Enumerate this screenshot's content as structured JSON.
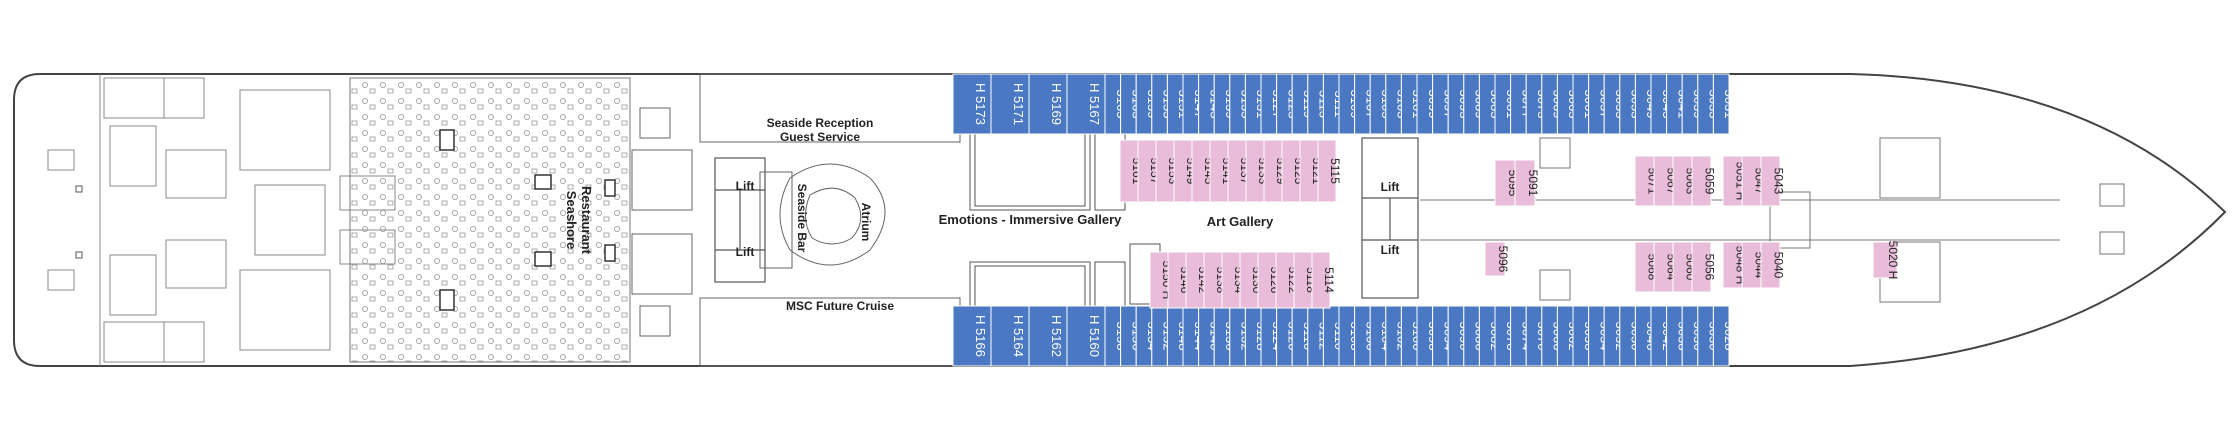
{
  "colors": {
    "cabin_blue": "#4a78c2",
    "cabin_pink": "#e9bdd9",
    "outline": "#444444",
    "furniture": "#9a9a9a"
  },
  "areas": {
    "seaside_reception": "Seaside Reception",
    "guest_service": "Guest Service",
    "seashore_restaurant_1": "Seashore",
    "seashore_restaurant_2": "Restaurant",
    "seaside_bar": "Seaside Bar",
    "atrium": "Atrium",
    "emotions_gallery": "Emotions - Immersive Gallery",
    "art_gallery": "Art Gallery",
    "msc_future_cruise": "MSC Future Cruise",
    "lift": "Lift"
  },
  "cabins": {
    "top_outer": [
      {
        "n": "5173",
        "m": "H"
      },
      {
        "n": "5171",
        "m": "H"
      },
      {
        "n": "5169",
        "m": "H"
      },
      {
        "n": "5167",
        "m": "H"
      },
      {
        "n": "5165",
        "m": ""
      },
      {
        "n": "5163",
        "m": ""
      },
      {
        "n": "5159",
        "m": ""
      },
      {
        "n": "5155",
        "m": ""
      },
      {
        "n": "5151",
        "m": ""
      },
      {
        "n": "5147",
        "m": ""
      },
      {
        "n": "5143",
        "m": ""
      },
      {
        "n": "5139",
        "m": ""
      },
      {
        "n": "5135",
        "m": ""
      },
      {
        "n": "5131",
        "m": ""
      },
      {
        "n": "5127",
        "m": ""
      },
      {
        "n": "5123",
        "m": ""
      },
      {
        "n": "5119",
        "m": ""
      },
      {
        "n": "5113",
        "m": ""
      },
      {
        "n": "5111",
        "m": ""
      },
      {
        "n": "5109",
        "m": ""
      },
      {
        "n": "5107",
        "m": ""
      },
      {
        "n": "5105",
        "m": ""
      },
      {
        "n": "5103",
        "m": ""
      },
      {
        "n": "5101",
        "m": ""
      },
      {
        "n": "5099",
        "m": ""
      },
      {
        "n": "5097",
        "m": ""
      },
      {
        "n": "5093",
        "m": ""
      },
      {
        "n": "5089",
        "m": ""
      },
      {
        "n": "5085",
        "m": ""
      },
      {
        "n": "5081",
        "m": ""
      },
      {
        "n": "5077",
        "m": ""
      },
      {
        "n": "5073",
        "m": ""
      },
      {
        "n": "5069",
        "m": ""
      },
      {
        "n": "5065",
        "m": ""
      },
      {
        "n": "5061",
        "m": ""
      },
      {
        "n": "5057",
        "m": ""
      },
      {
        "n": "5055",
        "m": ""
      },
      {
        "n": "5053",
        "m": ""
      },
      {
        "n": "5049",
        "m": ""
      },
      {
        "n": "5045",
        "m": ""
      },
      {
        "n": "5041",
        "m": ""
      },
      {
        "n": "5039",
        "m": ""
      },
      {
        "n": "5033",
        "m": ""
      },
      {
        "n": "5031",
        "m": ""
      }
    ],
    "bottom_outer": [
      {
        "n": "5166",
        "m": "H"
      },
      {
        "n": "5164",
        "m": "H"
      },
      {
        "n": "5162",
        "m": "H"
      },
      {
        "n": "5160",
        "m": "H"
      },
      {
        "n": "5158",
        "m": ""
      },
      {
        "n": "5156",
        "m": ""
      },
      {
        "n": "5154",
        "m": ""
      },
      {
        "n": "5152",
        "m": ""
      },
      {
        "n": "5148",
        "m": ""
      },
      {
        "n": "5144",
        "m": ""
      },
      {
        "n": "5140",
        "m": ""
      },
      {
        "n": "5136",
        "m": ""
      },
      {
        "n": "5132",
        "m": ""
      },
      {
        "n": "5128",
        "m": ""
      },
      {
        "n": "5124",
        "m": ""
      },
      {
        "n": "5120",
        "m": ""
      },
      {
        "n": "5116",
        "m": ""
      },
      {
        "n": "5112",
        "m": ""
      },
      {
        "n": "5110",
        "m": ""
      },
      {
        "n": "5108",
        "m": ""
      },
      {
        "n": "5106",
        "m": ""
      },
      {
        "n": "5104",
        "m": ""
      },
      {
        "n": "5102",
        "m": ""
      },
      {
        "n": "5100",
        "m": ""
      },
      {
        "n": "5098",
        "m": ""
      },
      {
        "n": "5094",
        "m": ""
      },
      {
        "n": "5090",
        "m": ""
      },
      {
        "n": "5086",
        "m": ""
      },
      {
        "n": "5082",
        "m": ""
      },
      {
        "n": "5078",
        "m": ""
      },
      {
        "n": "5074",
        "m": ""
      },
      {
        "n": "5070",
        "m": ""
      },
      {
        "n": "5066",
        "m": ""
      },
      {
        "n": "5062",
        "m": ""
      },
      {
        "n": "5058",
        "m": ""
      },
      {
        "n": "5054",
        "m": ""
      },
      {
        "n": "5052",
        "m": ""
      },
      {
        "n": "5050",
        "m": ""
      },
      {
        "n": "5046",
        "m": ""
      },
      {
        "n": "5042",
        "m": ""
      },
      {
        "n": "5038",
        "m": ""
      },
      {
        "n": "5036",
        "m": ""
      },
      {
        "n": "5030",
        "m": ""
      },
      {
        "n": "5028",
        "m": ""
      }
    ],
    "inner_top_a": [
      "5161",
      "5157",
      "5153",
      "5149",
      "5145",
      "5141",
      "5137",
      "5133",
      "5129",
      "5125",
      "5121",
      "5115"
    ],
    "inner_top_b": [
      "5095",
      "5091"
    ],
    "inner_top_c": [
      "5071",
      "5067",
      "5063",
      "5059"
    ],
    "inner_top_d": [
      {
        "n": "5051",
        "m": "H"
      },
      {
        "n": "5047",
        "m": ""
      },
      {
        "n": "5043",
        "m": ""
      }
    ],
    "inner_bottom_a": [
      {
        "n": "5150",
        "m": "H"
      },
      {
        "n": "5146",
        "m": ""
      },
      {
        "n": "5142",
        "m": ""
      },
      {
        "n": "5138",
        "m": ""
      },
      {
        "n": "5134",
        "m": ""
      },
      {
        "n": "5130",
        "m": ""
      },
      {
        "n": "5126",
        "m": ""
      },
      {
        "n": "5122",
        "m": ""
      },
      {
        "n": "5118",
        "m": ""
      },
      {
        "n": "5114",
        "m": ""
      }
    ],
    "inner_bottom_b": [
      "5096"
    ],
    "inner_bottom_c": [
      "5068",
      "5064",
      "5060",
      "5056"
    ],
    "inner_bottom_d": [
      {
        "n": "5048",
        "m": "H"
      },
      {
        "n": "5044",
        "m": ""
      },
      {
        "n": "5040",
        "m": ""
      }
    ],
    "inner_bottom_e": [
      {
        "n": "5020",
        "m": "H"
      }
    ]
  }
}
